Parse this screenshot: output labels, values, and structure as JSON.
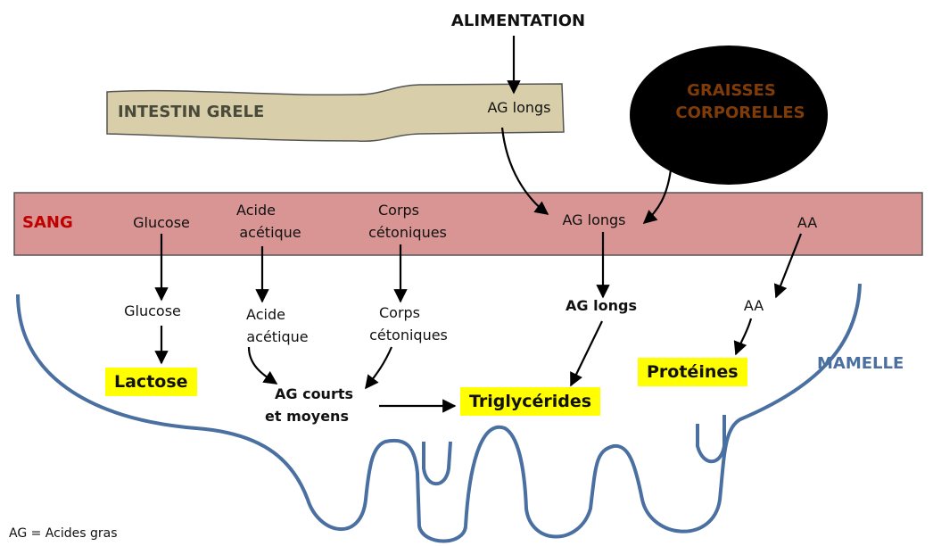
{
  "title": "ALIMENTATION",
  "intestine": {
    "label": "INTESTIN GRELE",
    "ag": "AG longs"
  },
  "body_fat": {
    "line1": "GRAISSES",
    "line2": "CORPORELLES"
  },
  "blood": {
    "label": "SANG",
    "glucose": "Glucose",
    "acetic_1": "Acide",
    "acetic_2": "acétique",
    "ketone_1": "Corps",
    "ketone_2": "cétoniques",
    "ag_long": "AG longs",
    "aa": "AA"
  },
  "mammary": {
    "label": "MAMELLE",
    "glucose": "Glucose",
    "acetic_1": "Acide",
    "acetic_2": "acétique",
    "ketone_1": "Corps",
    "ketone_2": "cétoniques",
    "ag_long": "AG longs",
    "aa": "AA",
    "ag_short_1": "AG courts",
    "ag_short_2": "et moyens"
  },
  "products": {
    "lactose": "Lactose",
    "triglycerides": "Triglycérides",
    "proteins": "Protéines"
  },
  "legend": "AG = Acides gras",
  "colors": {
    "intestine_fill": "#d8cfaa",
    "intestine_text": "#4a4a3a",
    "blood_fill": "#d99594",
    "blood_label": "#c00000",
    "fat_fill": "#000000",
    "fat_text": "#7f3b08",
    "mammary_line": "#4a6fa1",
    "highlight": "#ffff00"
  }
}
